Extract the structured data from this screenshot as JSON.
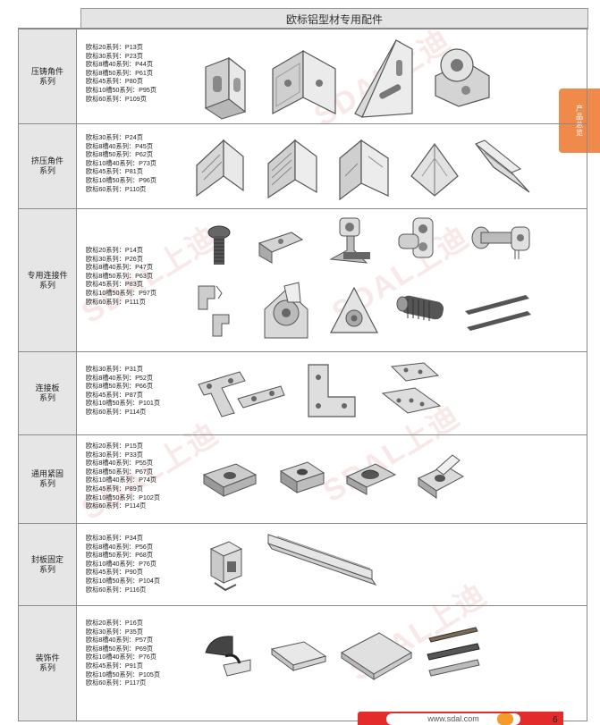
{
  "header": {
    "title": "欧标铝型材专用配件"
  },
  "side_tab": {
    "label": "产品总览"
  },
  "footer": {
    "url": "www.sdal.com",
    "page_number": "6"
  },
  "watermark": {
    "text": "SDAL上迪"
  },
  "categories": [
    {
      "name": "压铸角件\n系列",
      "series": [
        "欧标20系列：P13页",
        "欧标30系列：P23页",
        "欧标8槽40系列：P44页",
        "欧标8槽50系列：P61页",
        "欧标45系列：P80页",
        "欧标10槽50系列：P95页",
        "欧标60系列：P109页"
      ],
      "icons": [
        "small-die-cast-bracket-icon",
        "die-cast-bracket-icon",
        "large-die-cast-bracket-icon",
        "round-die-cast-bracket-icon"
      ]
    },
    {
      "name": "挤压角件\n系列",
      "series": [
        "欧标30系列：P24页",
        "欧标8槽40系列：P45页",
        "欧标8槽50系列：P62页",
        "欧标10槽40系列：P73页",
        "欧标45系列：P81页",
        "欧标10槽50系列：P96页",
        "欧标60系列：P110页"
      ],
      "icons": [
        "extruded-bracket-icon",
        "extruded-bracket-wide-icon",
        "extruded-bracket-tall-icon",
        "extruded-bracket-slim-icon",
        "extruded-bracket-flat-icon"
      ]
    },
    {
      "name": "专用连接件\n系列",
      "series": [
        "欧标20系列：P14页",
        "欧标30系列：P26页",
        "欧标8槽40系列：P47页",
        "欧标8槽50系列：P63页",
        "欧标45系列：P83页",
        "欧标10槽50系列：P97页",
        "欧标60系列：P111页"
      ],
      "icons": [
        "bolt-icon",
        "clip-connector-icon",
        "anchor-connector-icon",
        "tee-connector-icon",
        "pin-connector-icon",
        "right-angle-connector-icon",
        "pivot-joint-icon",
        "corner-cube-icon",
        "threaded-tube-icon",
        "strip-connector-icon"
      ]
    },
    {
      "name": "连接板\n系列",
      "series": [
        "欧标30系列：P31页",
        "欧标8槽40系列：P52页",
        "欧标8槽50系列：P66页",
        "欧标45系列：P87页",
        "欧标10槽50系列：P101页",
        "欧标60系列：P114页"
      ],
      "icons": [
        "t-plate-icon",
        "l-plate-icon",
        "square-plate-icon"
      ]
    },
    {
      "name": "通用紧固\n系列",
      "series": [
        "欧标20系列：P15页",
        "欧标30系列：P33页",
        "欧标8槽40系列：P55页",
        "欧标8槽50系列：P67页",
        "欧标10槽40系列：P74页",
        "欧标45系列：P89页",
        "欧标10槽50系列：P102页",
        "欧标60系列：P114页"
      ],
      "icons": [
        "t-nut-icon",
        "hammer-nut-icon",
        "spring-nut-icon",
        "sliding-nut-icon"
      ]
    },
    {
      "name": "封板固定\n系列",
      "series": [
        "欧标30系列：P34页",
        "欧标8槽40系列：P56页",
        "欧标8槽50系列：P68页",
        "欧标10槽40系列：P76页",
        "欧标45系列：P90页",
        "欧标10槽50系列：P104页",
        "欧标60系列：P116页"
      ],
      "icons": [
        "panel-clip-icon",
        "panel-channel-icon"
      ]
    },
    {
      "name": "装饰件\n系列",
      "series": [
        "欧标20系列：P16页",
        "欧标30系列：P35页",
        "欧标8槽40系列：P57页",
        "欧标8槽50系列：P69页",
        "欧标10槽40系列：P76页",
        "欧标45系列：P91页",
        "欧标10槽50系列：P105页",
        "欧标60系列：P117页"
      ],
      "icons": [
        "end-cap-icon",
        "cover-plate-small-icon",
        "cover-plate-large-icon",
        "slot-cover-strip-icon"
      ]
    }
  ]
}
